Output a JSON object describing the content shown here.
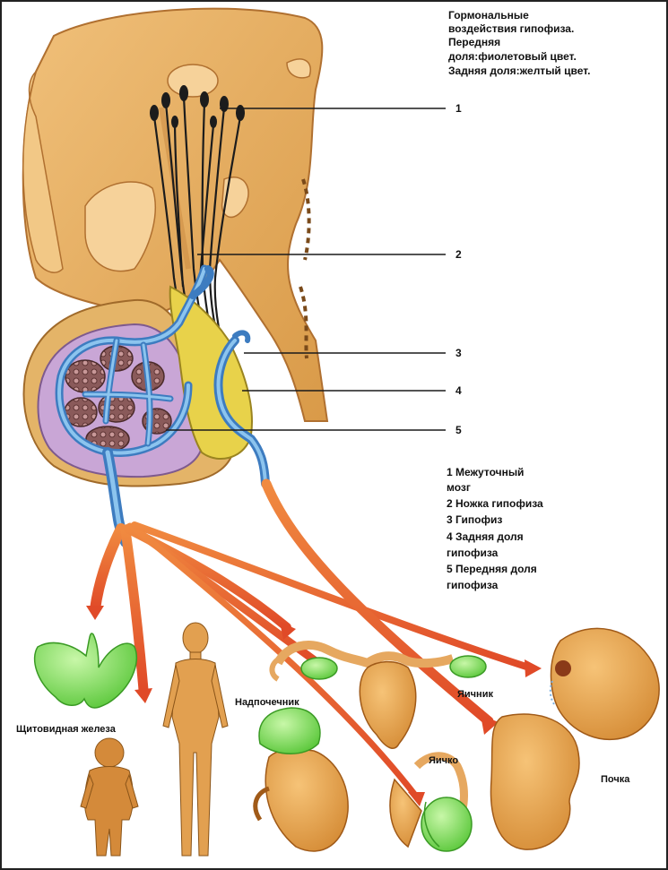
{
  "title_lines": [
    "Гормональные",
    "воздействия гипофиза.",
    "Передняя",
    "доля:фиолетовый цвет.",
    "Задняя доля:желтый цвет."
  ],
  "callout_numbers": [
    "1",
    "2",
    "3",
    "4",
    "5"
  ],
  "legend_lines": [
    "1 Межуточный",
    "мозг",
    "2 Ножка гипофиза",
    "3 Гипофиз",
    "4 Задняя доля",
    "гипофиза",
    "5 Передняя доля",
    "гипофиза"
  ],
  "organ_labels": {
    "thyroid": "Щитовидная железа",
    "adrenal": "Надпочечник",
    "ovary": "Яичник",
    "testis": "Яичко",
    "kidney": "Почка"
  },
  "colors": {
    "anterior_lobe": "#c9a6d6",
    "posterior_lobe": "#e8d24a",
    "brain_tissue": "#e0a85a",
    "vessels": "#4f8fd0",
    "hormone_arrows": "#e2542a",
    "glands_green": "#8fdc6a"
  }
}
